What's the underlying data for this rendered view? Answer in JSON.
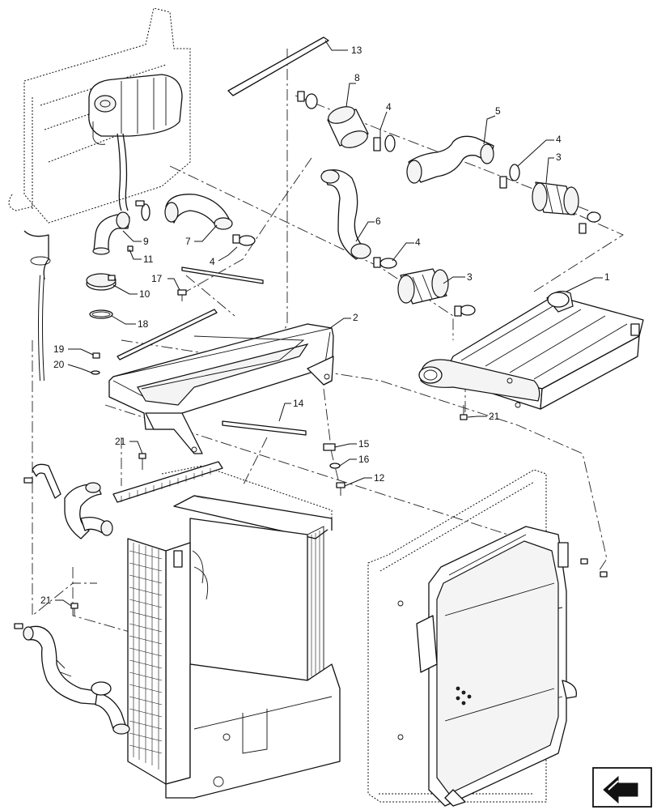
{
  "callouts": {
    "c1": "1",
    "c2": "2",
    "c3a": "3",
    "c3b": "3",
    "c4a": "4",
    "c4b": "4",
    "c4c": "4",
    "c4d": "4",
    "c5": "5",
    "c6": "6",
    "c7": "7",
    "c8": "8",
    "c9": "9",
    "c10": "10",
    "c11": "11",
    "c12": "12",
    "c13": "13",
    "c14": "14",
    "c15": "15",
    "c16": "16",
    "c17": "17",
    "c18": "18",
    "c19": "19",
    "c20": "20",
    "c21a": "21",
    "c21b": "21",
    "c21c": "21"
  },
  "icons": {
    "corner_navigation": "arrow-icon"
  }
}
